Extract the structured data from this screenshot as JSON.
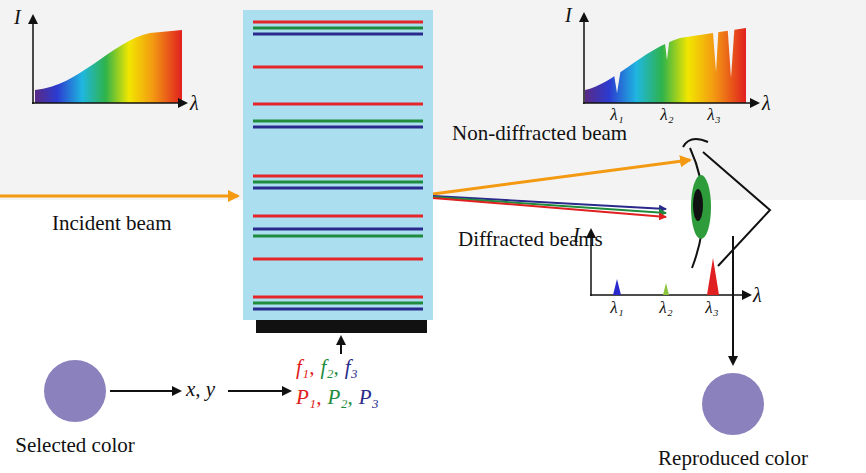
{
  "diagram": {
    "nodes": [
      {
        "text": [
          "Selected color"
        ]
      },
      {
        "text": [
          "Reproduced color"
        ]
      }
    ],
    "labels": [
      "I",
      "λ",
      "I",
      "λ₁",
      "λ₂",
      "λ₃",
      "λ",
      "Non-diffracted beam",
      "Incident beam",
      "Diffracted beams",
      "I",
      "λ₁",
      "λ₂",
      "λ₃",
      "λ",
      "x, y",
      "f₁,",
      "f₂,",
      "f₃",
      "P₁,",
      "P₂,",
      "P₃"
    ]
  }
}
